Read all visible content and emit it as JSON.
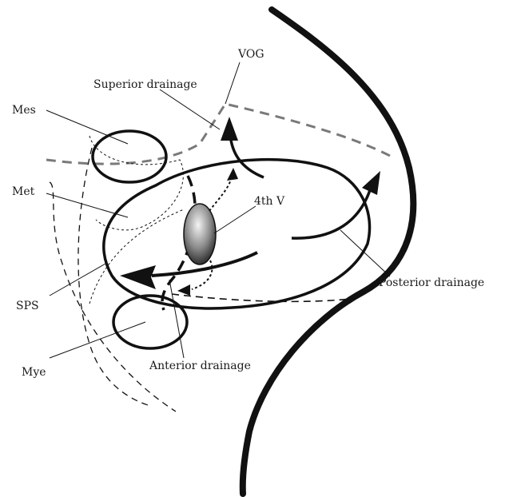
{
  "labels": {
    "vog": "VOG",
    "superior_drainage": "Superior drainage",
    "mes": "Mes",
    "met": "Met",
    "fourth_v": "4th V",
    "posterior_drainage": "Posterior drainage",
    "sps": "SPS",
    "mye": "Mye",
    "anterior_drainage": "Anterior drainage"
  },
  "colors": {
    "stroke": "#111111",
    "gray_dashed": "#7a7a7a",
    "ventricle_light": "#f2f2f2",
    "ventricle_dark": "#1c1c1c"
  }
}
